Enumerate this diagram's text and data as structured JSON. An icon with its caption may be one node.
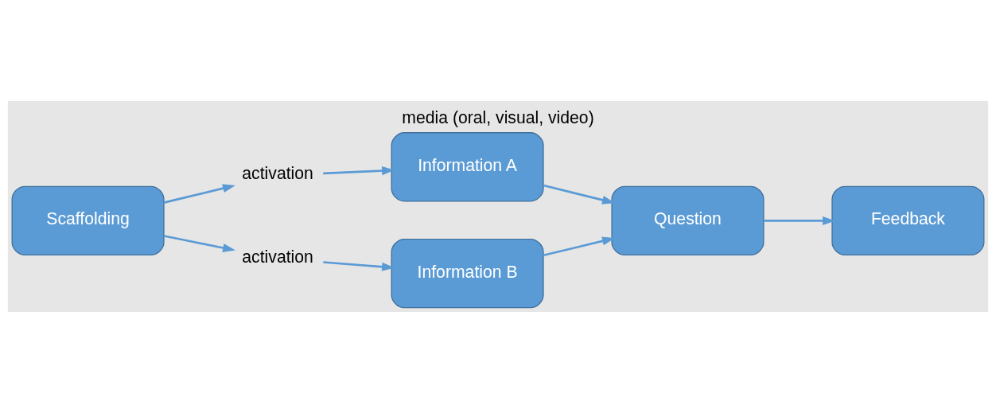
{
  "diagram": {
    "title": "media (oral, visual, video)",
    "nodes": [
      {
        "text": [
          "Scaffolding"
        ]
      },
      {
        "text": [
          "activation"
        ]
      },
      {
        "text": [
          "Information A"
        ]
      },
      {
        "text": [
          "Information B"
        ]
      },
      {
        "text": [
          "activation"
        ]
      },
      {
        "text": [
          "Question"
        ]
      },
      {
        "text": [
          "Feedback"
        ]
      }
    ],
    "edges": [
      {
        "from": 0,
        "to": 1,
        "arrow": "to"
      },
      {
        "from": 1,
        "to": 2,
        "arrow": "to"
      },
      {
        "from": 0,
        "to": 4,
        "arrow": "to"
      },
      {
        "from": 4,
        "to": 3,
        "arrow": "to"
      },
      {
        "from": 2,
        "to": 5,
        "arrow": "to"
      },
      {
        "from": 3,
        "to": 5,
        "arrow": "to"
      },
      {
        "from": 5,
        "to": 6,
        "arrow": "to"
      }
    ]
  }
}
